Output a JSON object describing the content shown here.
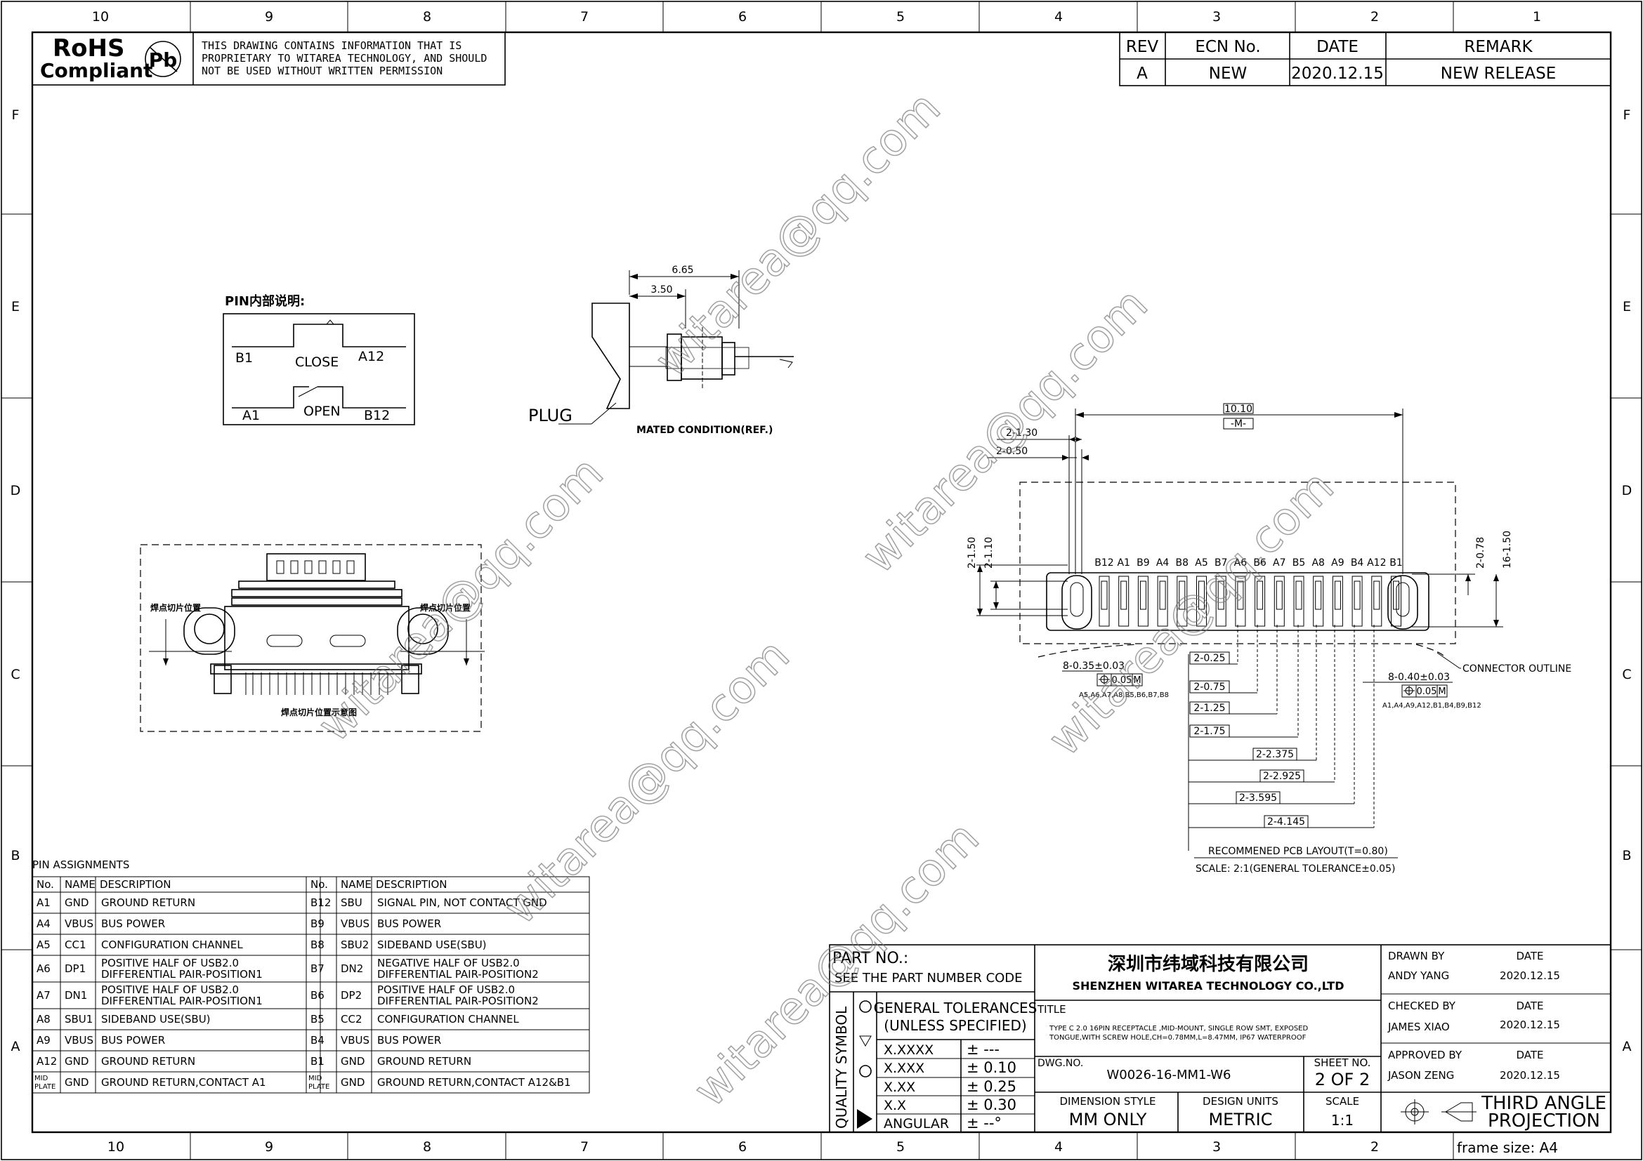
{
  "zones": {
    "columns": [
      "10",
      "9",
      "8",
      "7",
      "6",
      "5",
      "4",
      "3",
      "2",
      "1"
    ],
    "rows": [
      "F",
      "E",
      "D",
      "C",
      "B",
      "A"
    ]
  },
  "rohs": {
    "line1": "RoHS",
    "line2": "Compliant",
    "pb_symbol": "Pb"
  },
  "proprietary_notice": [
    "THIS DRAWING CONTAINS INFORMATION THAT IS",
    "PROPRIETARY TO WITAREA TECHNOLOGY, AND SHOULD",
    "NOT BE USED WITHOUT WRITTEN PERMISSION"
  ],
  "revision": {
    "headers": [
      "REV",
      "ECN No.",
      "DATE",
      "REMARK"
    ],
    "row": [
      "A",
      "NEW",
      "2020.12.15",
      "NEW RELEASE"
    ]
  },
  "watermark": "witarea@qq.com",
  "pin_internal": {
    "title": "PIN内部说明:",
    "close": {
      "left": "B1",
      "label": "CLOSE",
      "right": "A12"
    },
    "open": {
      "left": "A1",
      "label": "OPEN",
      "right": "B12"
    }
  },
  "mated": {
    "dim_outer": "6.65",
    "dim_inner": "3.50",
    "plug_label": "PLUG",
    "caption": "MATED CONDITION(REF.)"
  },
  "solder_view": {
    "left_label": "焊点切片位置",
    "right_label": "焊点切片位置",
    "caption": "焊点切片位置示意图"
  },
  "pcb_layout": {
    "pins": [
      "B12",
      "A1",
      "B9",
      "A4",
      "B8",
      "A5",
      "B7",
      "A6",
      "B6",
      "A7",
      "B5",
      "A8",
      "A9",
      "B4",
      "A12",
      "B1"
    ],
    "dims": {
      "total_width": "10.10",
      "datum": "-M-",
      "pitch_a": "2-1.30",
      "pitch_b": "2-0.50",
      "left_h1": "2-1.50",
      "left_h2": "2-1.10",
      "right_h1": "2-0.78",
      "right_h2": "16-1.50",
      "small_pads": "8-0.35±0.03",
      "small_tol": "0.05",
      "small_tol_datum": "M",
      "small_pins": "A5,A6,A7,A8,B5,B6,B7,B8",
      "large_pads": "8-0.40±0.03",
      "large_tol": "0.05",
      "large_tol_datum": "M",
      "large_pins": "A1,A4,A9,A12,B1,B4,B9,B12",
      "offsets": [
        "2-0.25",
        "2-0.75",
        "2-1.25",
        "2-1.75",
        "2-2.375",
        "2-2.925",
        "2-3.595",
        "2-4.145"
      ]
    },
    "connector_outline": "CONNECTOR OUTLINE",
    "caption": "RECOMMENED PCB LAYOUT(T=0.80)",
    "scale": "SCALE: 2:1(GENERAL TOLERANCE±0.05)"
  },
  "pin_assignments": {
    "title": "PIN ASSIGNMENTS",
    "headers": [
      "No.",
      "NAME",
      "DESCRIPTION"
    ],
    "left": [
      {
        "no": "A1",
        "name": "GND",
        "desc": [
          "GROUND RETURN"
        ]
      },
      {
        "no": "A4",
        "name": "VBUS",
        "desc": [
          "BUS POWER"
        ]
      },
      {
        "no": "A5",
        "name": "CC1",
        "desc": [
          "CONFIGURATION CHANNEL"
        ]
      },
      {
        "no": "A6",
        "name": "DP1",
        "desc": [
          "POSITIVE HALF OF USB2.0",
          "DIFFERENTIAL PAIR-POSITION1"
        ]
      },
      {
        "no": "A7",
        "name": "DN1",
        "desc": [
          "POSITIVE HALF OF USB2.0",
          "DIFFERENTIAL PAIR-POSITION1"
        ]
      },
      {
        "no": "A8",
        "name": "SBU1",
        "desc": [
          "SIDEBAND USE(SBU)"
        ]
      },
      {
        "no": "A9",
        "name": "VBUS",
        "desc": [
          "BUS POWER"
        ]
      },
      {
        "no": "A12",
        "name": "GND",
        "desc": [
          "GROUND RETURN"
        ]
      },
      {
        "no": [
          "MID",
          "PLATE"
        ],
        "name": "GND",
        "desc": [
          "GROUND RETURN,CONTACT A1"
        ]
      }
    ],
    "right": [
      {
        "no": "B12",
        "name": "SBU",
        "desc": [
          "SIGNAL PIN, NOT CONTACT GND"
        ]
      },
      {
        "no": "B9",
        "name": "VBUS",
        "desc": [
          "BUS POWER"
        ]
      },
      {
        "no": "B8",
        "name": "SBU2",
        "desc": [
          "SIDEBAND USE(SBU)"
        ]
      },
      {
        "no": "B7",
        "name": "DN2",
        "desc": [
          "NEGATIVE HALF OF USB2.0",
          "DIFFERENTIAL PAIR-POSITION2"
        ]
      },
      {
        "no": "B6",
        "name": "DP2",
        "desc": [
          "POSITIVE HALF OF USB2.0",
          "DIFFERENTIAL PAIR-POSITION2"
        ]
      },
      {
        "no": "B5",
        "name": "CC2",
        "desc": [
          "CONFIGURATION CHANNEL"
        ]
      },
      {
        "no": "B4",
        "name": "VBUS",
        "desc": [
          "BUS POWER"
        ]
      },
      {
        "no": "B1",
        "name": "GND",
        "desc": [
          "GROUND RETURN"
        ]
      },
      {
        "no": [
          "MID",
          "PLATE"
        ],
        "name": "GND",
        "desc": [
          "GROUND RETURN,CONTACT A12&B1"
        ]
      }
    ]
  },
  "title_block": {
    "part_no": "PART NO.:",
    "part_note": "SEE THE PART NUMBER CODE",
    "quality_symbol": "QUALITY SYMBOL",
    "general_tol": [
      "GENERAL TOLERANCES",
      "(UNLESS SPECIFIED)"
    ],
    "tolerances": [
      {
        "fmt": "X.XXXX",
        "val": "± ---"
      },
      {
        "fmt": "X.XXX",
        "val": "± 0.10"
      },
      {
        "fmt": "X.XX",
        "val": "± 0.25"
      },
      {
        "fmt": "X.X",
        "val": "± 0.30"
      },
      {
        "fmt": "ANGULAR",
        "val": "± --°"
      }
    ],
    "company_cn": "深圳市纬域科技有限公司",
    "company_en": "SHENZHEN WITAREA TECHNOLOGY CO.,LTD",
    "title_label": "TITLE",
    "title_text": [
      "TYPE C 2.0 16PIN RECEPTACLE ,MID-MOUNT, SINGLE ROW SMT,  EXPOSED",
      "TONGUE,WITH SCREW HOLE,CH=0.78MM,L=8.47MM,  IP67 WATERPROOF"
    ],
    "dwg_label": "DWG.NO.",
    "dwg_no": "W0026-16-MM1-W6",
    "sheet_label": "SHEET NO.",
    "sheet_no": "2 OF 2",
    "dim_style_label": "DIMENSION STYLE",
    "dim_style": "MM ONLY",
    "design_units_label": "DESIGN UNITS",
    "design_units": "METRIC",
    "scale_label": "SCALE",
    "scale": "1:1",
    "drawn_by_label": "DRAWN BY",
    "drawn_by": "ANDY YANG",
    "checked_by_label": "CHECKED BY",
    "checked_by": "JAMES XIAO",
    "approved_by_label": "APPROVED BY",
    "approved_by": "JASON ZENG",
    "date_label": "DATE",
    "date": "2020.12.15",
    "projection": [
      "THIRD ANGLE",
      "PROJECTION"
    ],
    "frame_size": "frame size: A4"
  }
}
